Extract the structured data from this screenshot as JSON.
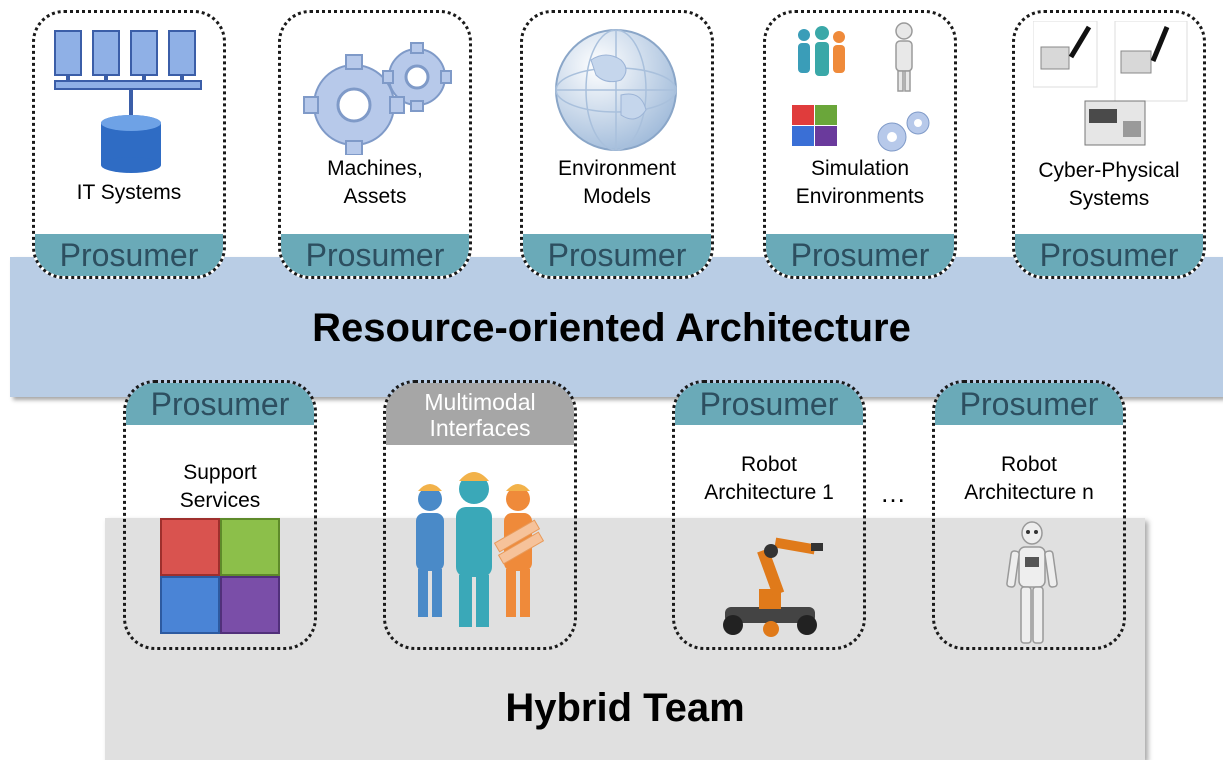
{
  "resource_layer": {
    "title": "Resource-oriented Architecture"
  },
  "team_layer": {
    "title": "Hybrid Team"
  },
  "top_cards": [
    {
      "label": "IT Systems",
      "badge": "Prosumer",
      "icon": "server-database-icon"
    },
    {
      "label": "Machines,\nAssets",
      "badge": "Prosumer",
      "icon": "gears-icon"
    },
    {
      "label": "Environment\nModels",
      "badge": "Prosumer",
      "icon": "globe-icon"
    },
    {
      "label": "Simulation\nEnvironments",
      "badge": "Prosumer",
      "icon": "simulation-icon"
    },
    {
      "label": "Cyber-Physical\nSystems",
      "badge": "Prosumer",
      "icon": "iot-device-icon"
    }
  ],
  "bottom_cards": [
    {
      "label": "Support\nServices",
      "badge": "Prosumer",
      "icon": "tiles-icon"
    },
    {
      "label": "",
      "badge": "Multimodal\nInterfaces",
      "icon": "workers-icon"
    },
    {
      "label": "Robot\nArchitecture 1",
      "badge": "Prosumer",
      "icon": "robot-arm-icon"
    },
    {
      "label": "Robot\nArchitecture n",
      "badge": "Prosumer",
      "icon": "humanoid-robot-icon"
    }
  ],
  "ellipsis": "…",
  "colors": {
    "resource_band": "#b9cde5",
    "team_band": "#e0e0e0",
    "prosumer": "#6aaab8",
    "multimodal": "#a6a6a6"
  }
}
